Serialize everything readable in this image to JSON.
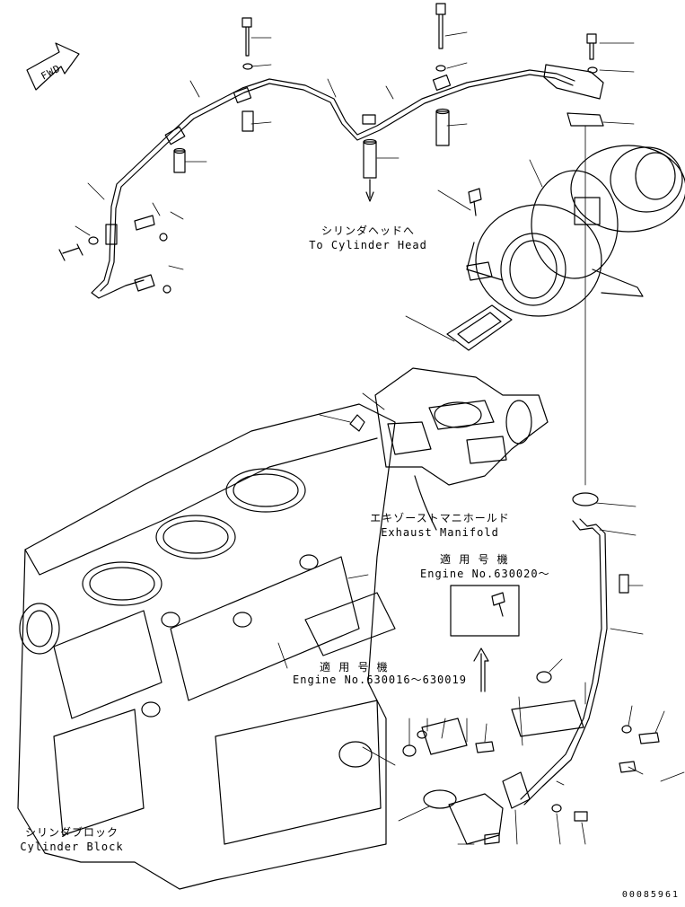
{
  "labels": {
    "fwd": "FWD",
    "cylinder_head_jp": "シリンダヘッドへ",
    "cylinder_head_en": "To Cylinder Head",
    "exhaust_manifold_jp": "エキゾーストマニホールド",
    "exhaust_manifold_en": "Exhaust Manifold",
    "applicable_jp_1": "適 用 号 機",
    "engine_range_1": "Engine No.630020～",
    "applicable_jp_2": "適 用 号 機",
    "engine_range_2": "Engine No.630016～630019",
    "cylinder_block_jp": "シリンダブロック",
    "cylinder_block_en": "Cylinder Block"
  },
  "drawing_number": "00085961"
}
